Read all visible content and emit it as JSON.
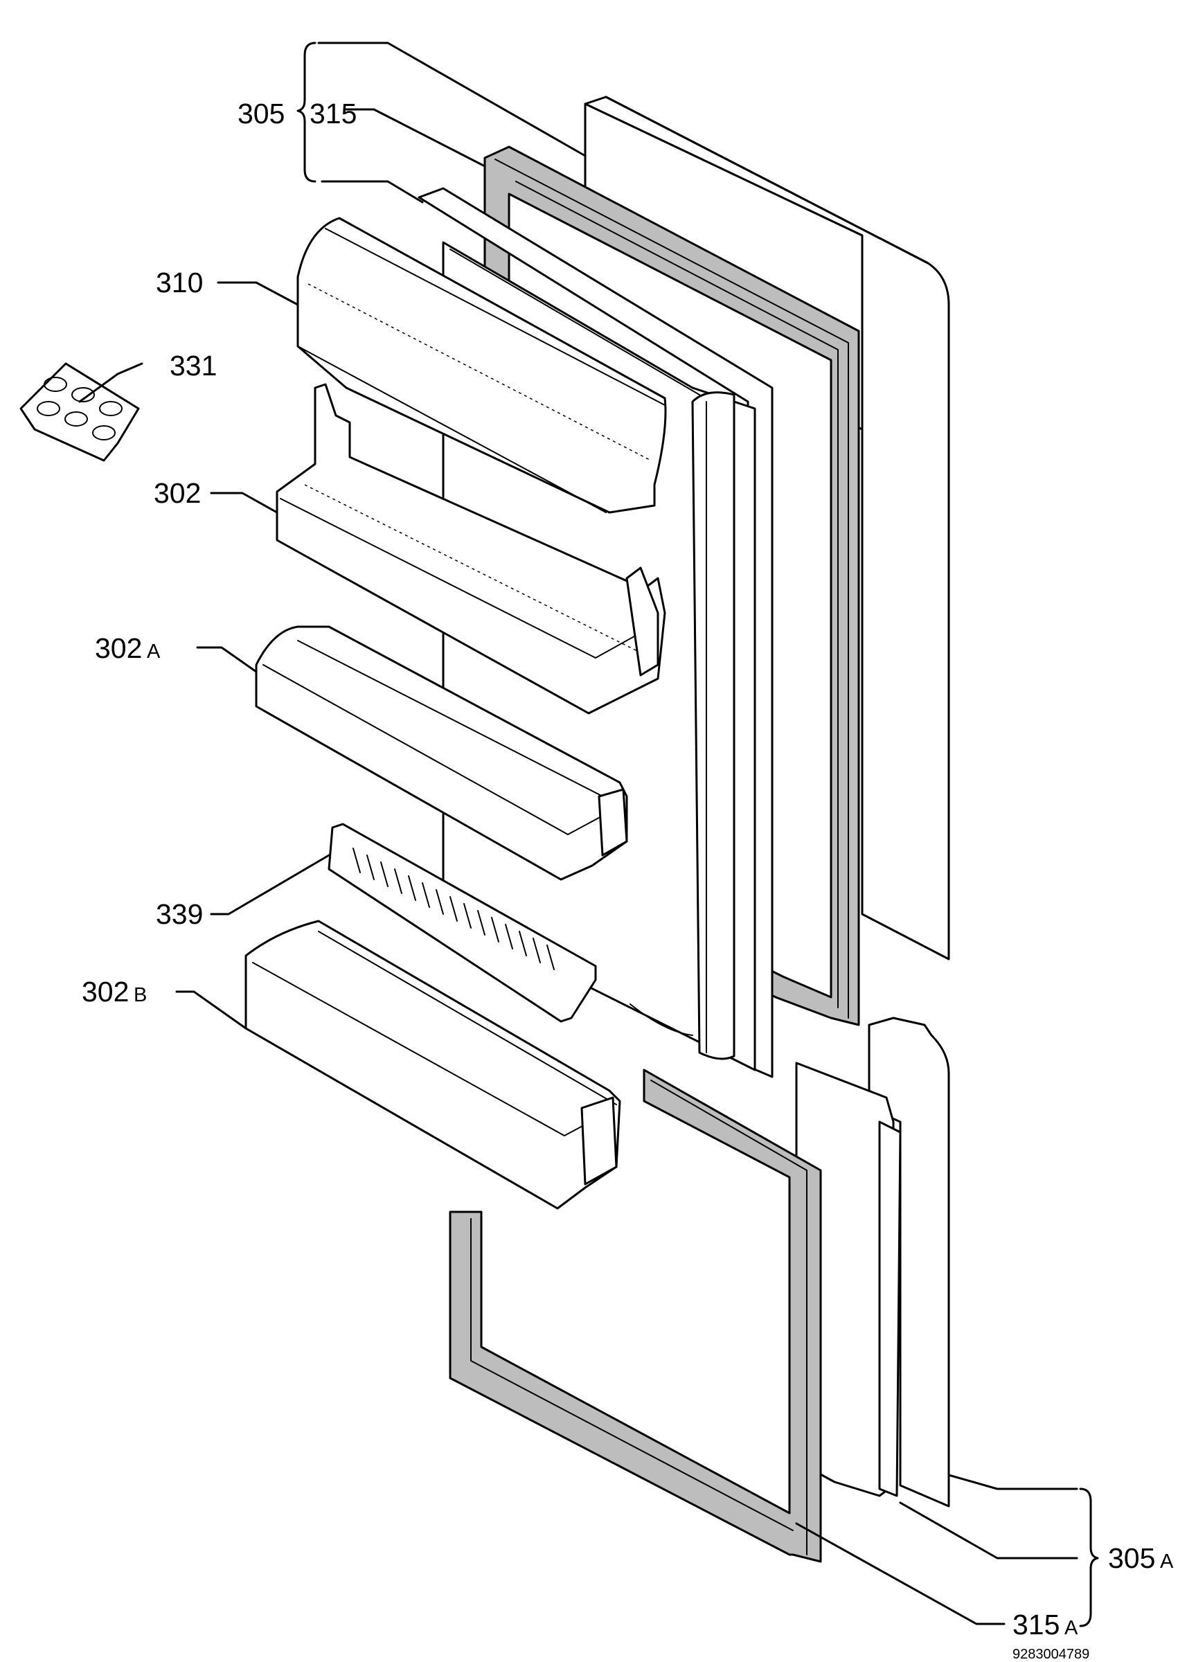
{
  "labels": {
    "p305": "305",
    "p315": "315",
    "p310": "310",
    "p331": "331",
    "p302": "302",
    "p302A_num": "302",
    "p302A_suffix": "A",
    "p339": "339",
    "p302B_num": "302",
    "p302B_suffix": "B",
    "p305A_num": "305",
    "p305A_suffix": "A",
    "p315A_num": "315",
    "p315A_suffix": "A",
    "doc_number": "9283004789"
  }
}
